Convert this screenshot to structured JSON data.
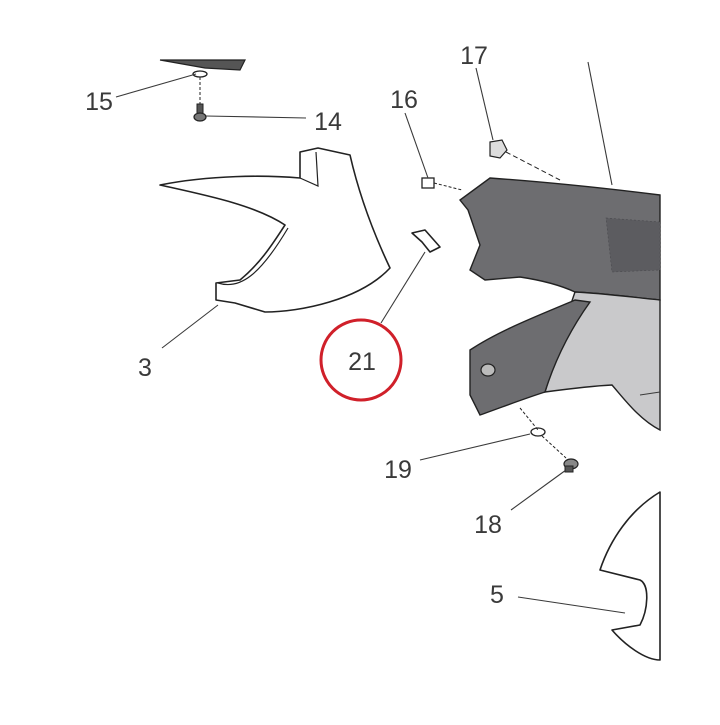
{
  "diagram": {
    "callouts": [
      {
        "id": "c15",
        "label": "15"
      },
      {
        "id": "c14",
        "label": "14"
      },
      {
        "id": "c16",
        "label": "16"
      },
      {
        "id": "c17",
        "label": "17"
      },
      {
        "id": "c3",
        "label": "3"
      },
      {
        "id": "c21",
        "label": "21",
        "highlighted": true
      },
      {
        "id": "c19",
        "label": "19"
      },
      {
        "id": "c18",
        "label": "18"
      },
      {
        "id": "c5",
        "label": "5"
      }
    ],
    "highlight_color": "#d0202a",
    "fairing_color": "#6d6d70",
    "panel_color": "#c9c9cb"
  }
}
